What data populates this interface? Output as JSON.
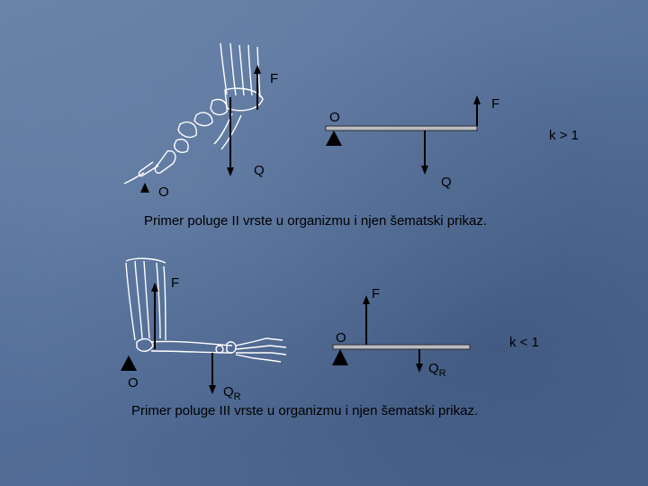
{
  "diagram_top": {
    "foot_labels": {
      "force": "F",
      "load": "Q",
      "fulcrum": "O"
    },
    "lever_labels": {
      "force": "F",
      "load": "Q",
      "fulcrum": "O",
      "ratio": "k > 1"
    },
    "caption": "Primer poluge II vrste u organizmu i njen šematski prikaz."
  },
  "diagram_bottom": {
    "arm_labels": {
      "force": "F",
      "load": "Q",
      "load_sub": "R",
      "fulcrum": "O"
    },
    "lever_labels": {
      "force": "F",
      "load": "Q",
      "load_sub": "R",
      "fulcrum": "O",
      "ratio": "k < 1"
    },
    "caption": "Primer poluge III vrste u organizmu i njen šematski prikaz."
  },
  "colors": {
    "background": "#5b7497",
    "ink": "#000000",
    "bone": "#ffffff",
    "beam": "#b9bcc2"
  }
}
